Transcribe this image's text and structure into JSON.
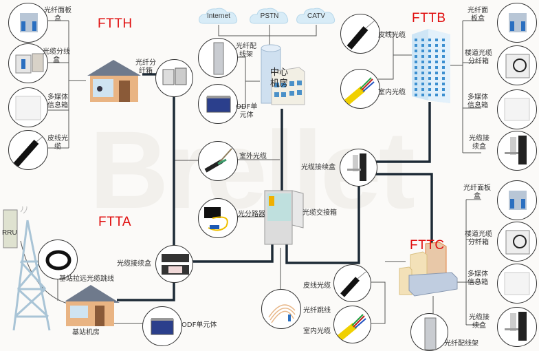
{
  "watermark": "Brellet",
  "sections": {
    "ftth": {
      "title": "FTTH"
    },
    "fttb": {
      "title": "FTTB"
    },
    "ftta": {
      "title": "FTTA"
    },
    "fttc": {
      "title": "FTTC"
    }
  },
  "clouds": [
    {
      "label": "Internet"
    },
    {
      "label": "PSTN"
    },
    {
      "label": "CATV"
    }
  ],
  "center": {
    "label_line1": "中心",
    "label_line2": "机房"
  },
  "ftth_items": [
    {
      "label": "光纤面板盒",
      "icon": "fiber-panel-box"
    },
    {
      "label": "光缆分线盒",
      "icon": "cable-distribution-box"
    },
    {
      "label": "多媒体信息箱",
      "icon": "multimedia-box"
    },
    {
      "label": "皮线光缆",
      "icon": "drop-cable"
    }
  ],
  "ftth_splitter": {
    "label_line1": "光纤分",
    "label_line2": "纤箱"
  },
  "central_items": [
    {
      "label_line1": "光纤配",
      "label_line2": "线架"
    },
    {
      "label_line1": "ODF单",
      "label_line2": "元体"
    }
  ],
  "mid_items": {
    "outdoor_cable": "室外光缆",
    "splitter": "光分路器",
    "cross_box": "光缆交接箱",
    "splice_right": "光缆接续盒",
    "splice_left": "光缆接续盒",
    "odf_unit": "ODF单元体",
    "patch_cord": "光纤跳线",
    "drop_cable_c": "皮线光缆",
    "indoor_cable_c": "室内光缆"
  },
  "fttb_left": [
    {
      "label": "皮线光缆"
    },
    {
      "label": "室内光缆"
    }
  ],
  "fttb_right": [
    {
      "label_line1": "光纤面",
      "label_line2": "板盒"
    },
    {
      "label_line1": "楼道光缆",
      "label_line2": "分纤箱"
    },
    {
      "label_line1": "多媒体",
      "label_line2": "信息箱"
    },
    {
      "label_line1": "光缆接",
      "label_line2": "续盒"
    }
  ],
  "ftta": {
    "rru": "RRU",
    "jumper": "基站拉远光缆跳线",
    "station": "基站机房"
  },
  "fttc_right": [
    {
      "label_line1": "光纤面板",
      "label_line2": "盒"
    },
    {
      "label_line1": "楼道光缆",
      "label_line2": "分纤箱"
    },
    {
      "label_line1": "多媒体",
      "label_line2": "信息箱"
    },
    {
      "label_line1": "光缆接",
      "label_line2": "续盒"
    }
  ],
  "fttc_bottom": "光纤配线架",
  "colors": {
    "title_red": "#e01010",
    "trunk": "#1d2a36",
    "thin": "#555555"
  }
}
